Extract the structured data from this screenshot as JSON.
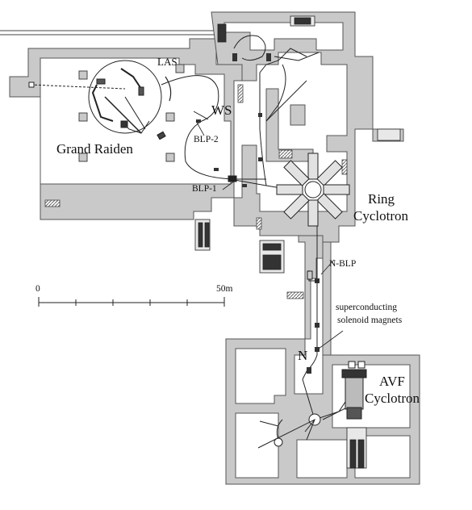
{
  "labels": {
    "las": "LAS",
    "ws": "WS",
    "grand_raiden": "Grand Raiden",
    "blp2": "BLP-2",
    "blp1": "BLP-1",
    "ring_cyclotron_1": "Ring",
    "ring_cyclotron_2": "Cyclotron",
    "nblp": "N-BLP",
    "sc_magnets_1": "superconducting",
    "sc_magnets_2": "solenoid magnets",
    "n": "N",
    "avf_1": "AVF",
    "avf_2": "Cyclotron"
  },
  "scale_bar": {
    "start_label": "0",
    "end_label": "50m"
  },
  "colors": {
    "wall": "#c9c9c9",
    "wall_stroke": "#555555",
    "beamline": "#222222",
    "background": "#ffffff"
  }
}
